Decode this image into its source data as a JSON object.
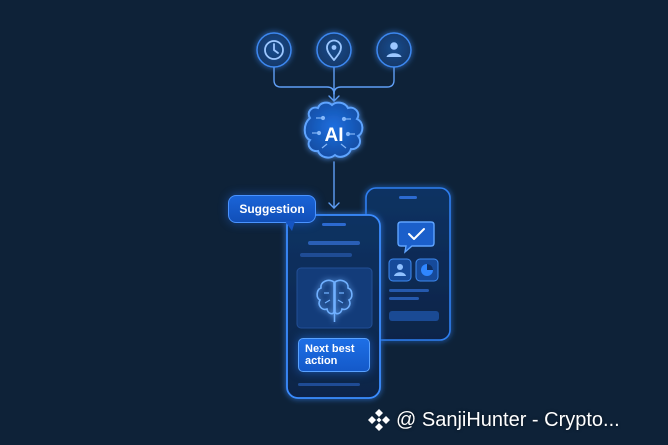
{
  "diagram": {
    "ai_label": "AI",
    "suggestion_label": "Suggestion",
    "next_best_action_label": "Next best\naction",
    "input_icons": [
      "clock-icon",
      "location-pin-icon",
      "user-icon"
    ]
  },
  "watermark": {
    "text": "@ SanjiHunter - Crypto..."
  },
  "colors": {
    "background": "#0e2238",
    "accent": "#2f86ff",
    "line": "#5f9ef5",
    "button": "#1a64d8"
  }
}
